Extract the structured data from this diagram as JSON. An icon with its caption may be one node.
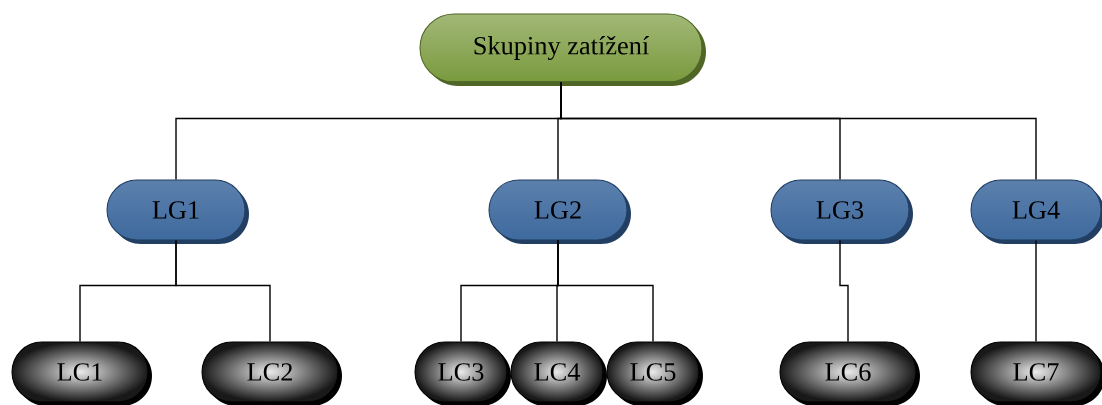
{
  "diagram": {
    "nodes": [
      {
        "text": [
          "Skupiny zatížení"
        ]
      },
      {
        "text": [
          "LG1"
        ]
      },
      {
        "text": [
          "LG2"
        ]
      },
      {
        "text": [
          "LG3"
        ]
      },
      {
        "text": [
          "LG4"
        ]
      },
      {
        "text": [
          "LC1"
        ]
      },
      {
        "text": [
          "LC2"
        ]
      },
      {
        "text": [
          "LC3"
        ]
      },
      {
        "text": [
          "LC4"
        ]
      },
      {
        "text": [
          "LC5"
        ]
      },
      {
        "text": [
          "LC6"
        ]
      },
      {
        "text": [
          "LC7"
        ]
      }
    ],
    "edges": [
      {
        "from": 0,
        "to": 1,
        "arrow": "none"
      },
      {
        "from": 0,
        "to": 2,
        "arrow": "none"
      },
      {
        "from": 0,
        "to": 3,
        "arrow": "none"
      },
      {
        "from": 0,
        "to": 4,
        "arrow": "none"
      },
      {
        "from": 1,
        "to": 5,
        "arrow": "none"
      },
      {
        "from": 1,
        "to": 6,
        "arrow": "none"
      },
      {
        "from": 2,
        "to": 7,
        "arrow": "none"
      },
      {
        "from": 2,
        "to": 8,
        "arrow": "none"
      },
      {
        "from": 2,
        "to": 9,
        "arrow": "none"
      },
      {
        "from": 3,
        "to": 10,
        "arrow": "none"
      },
      {
        "from": 4,
        "to": 11,
        "arrow": "none"
      }
    ]
  }
}
